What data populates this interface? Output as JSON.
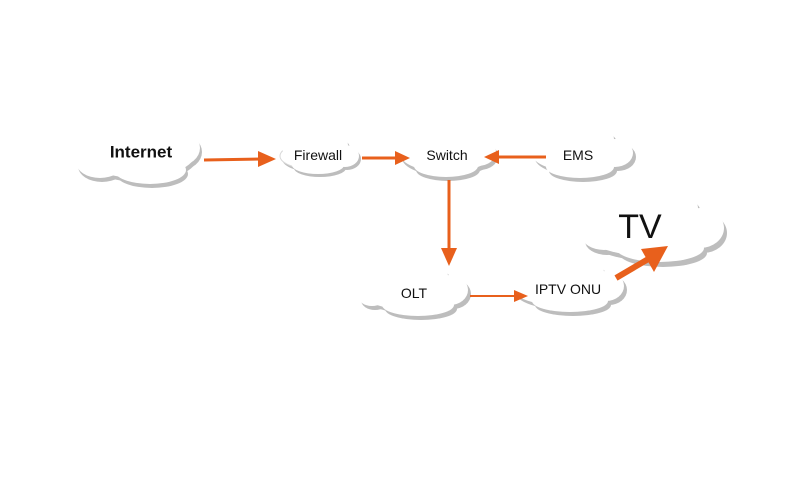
{
  "nodes": {
    "internet": "Internet",
    "firewall": "Firewall",
    "switch": "Switch",
    "ems": "EMS",
    "olt": "OLT",
    "iptv_onu": "IPTV ONU",
    "tv": "TV"
  },
  "edges": [
    {
      "from": "internet",
      "to": "firewall"
    },
    {
      "from": "firewall",
      "to": "switch"
    },
    {
      "from": "ems",
      "to": "switch"
    },
    {
      "from": "switch",
      "to": "olt"
    },
    {
      "from": "olt",
      "to": "iptv_onu"
    },
    {
      "from": "iptv_onu",
      "to": "tv"
    }
  ],
  "colors": {
    "arrow": "#e8601c",
    "cloud_outline": "#bdbdbd"
  }
}
